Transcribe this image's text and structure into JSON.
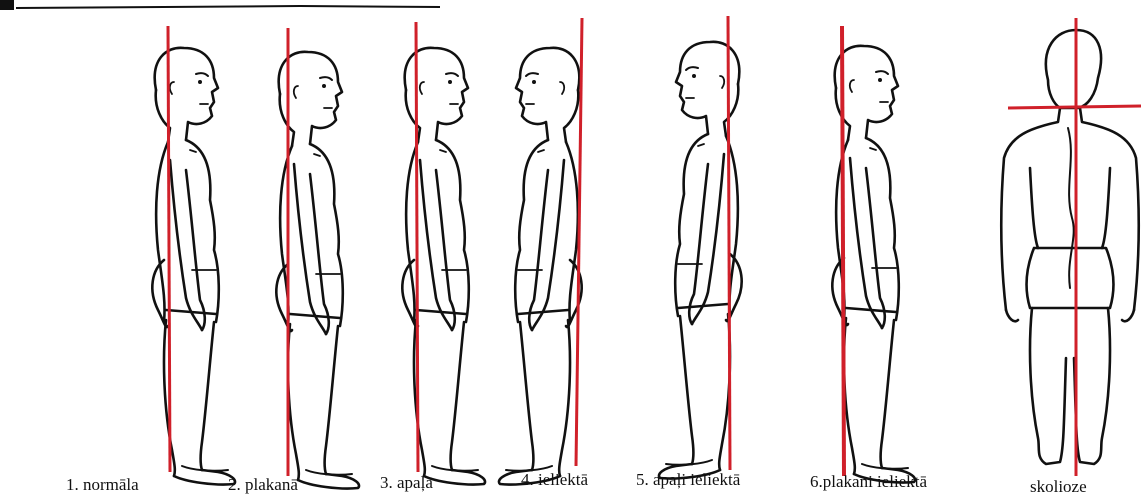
{
  "figures": [
    {
      "id": "figure-1",
      "caption": "1. normāla"
    },
    {
      "id": "figure-2",
      "caption": "2. plakanā"
    },
    {
      "id": "figure-3",
      "caption": "3. apaļā"
    },
    {
      "id": "figure-4",
      "caption": "4. ieliektā"
    },
    {
      "id": "figure-5",
      "caption": "5. apaļi ieliektā"
    },
    {
      "id": "figure-6",
      "caption": "6.plakani ieliektā"
    },
    {
      "id": "figure-7",
      "caption": "skolioze"
    }
  ],
  "colors": {
    "reference_line": "#d0202a",
    "ink": "#111111",
    "paper": "#ffffff"
  }
}
